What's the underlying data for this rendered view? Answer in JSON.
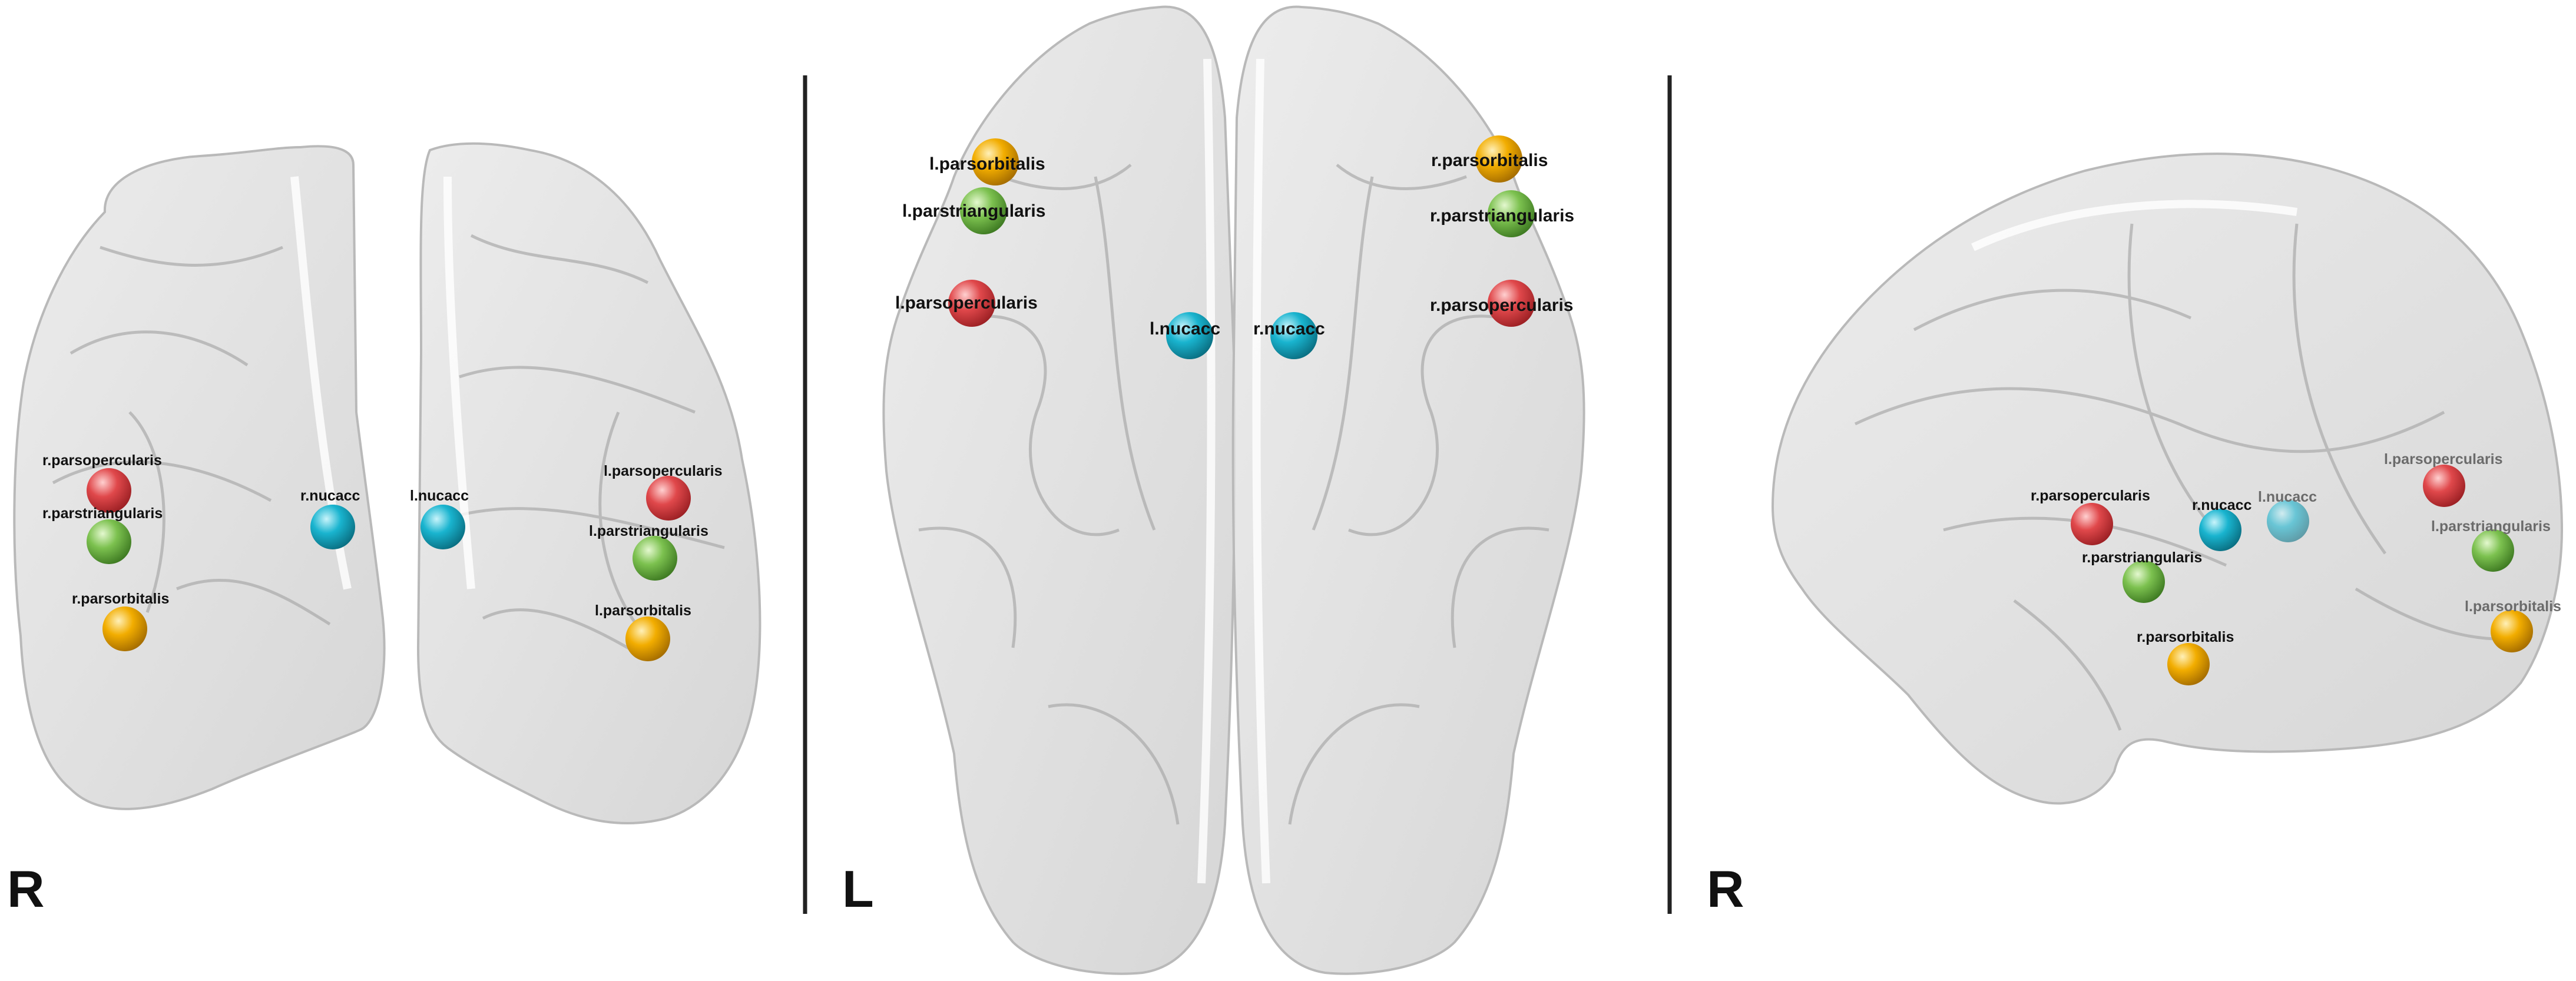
{
  "colors": {
    "background": "#ffffff",
    "brain_fill": "#d9d9d9",
    "brain_stroke": "#bdbdbd",
    "divider": "#222222",
    "parsopercularis": "#e0484b",
    "parstriangularis": "#7cc14f",
    "parsorbitalis": "#f2ad00",
    "nucacc": "#19b4cf"
  },
  "panels": {
    "coronal": {
      "orientation_label": "R",
      "nodes": [
        {
          "label": "r.parsopercularis",
          "region": "parsopercularis",
          "side": "right"
        },
        {
          "label": "r.parstriangularis",
          "region": "parstriangularis",
          "side": "right"
        },
        {
          "label": "r.parsorbitalis",
          "region": "parsorbitalis",
          "side": "right"
        },
        {
          "label": "r.nucacc",
          "region": "nucacc",
          "side": "right"
        },
        {
          "label": "l.nucacc",
          "region": "nucacc",
          "side": "left"
        },
        {
          "label": "l.parsopercularis",
          "region": "parsopercularis",
          "side": "left"
        },
        {
          "label": "l.parstriangularis",
          "region": "parstriangularis",
          "side": "left"
        },
        {
          "label": "l.parsorbitalis",
          "region": "parsorbitalis",
          "side": "left"
        }
      ]
    },
    "axial": {
      "orientation_label": "L",
      "nodes": [
        {
          "label": "l.parsorbitalis",
          "region": "parsorbitalis",
          "side": "left"
        },
        {
          "label": "l.parstriangularis",
          "region": "parstriangularis",
          "side": "left"
        },
        {
          "label": "l.parsopercularis",
          "region": "parsopercularis",
          "side": "left"
        },
        {
          "label": "l.nucacc",
          "region": "nucacc",
          "side": "left"
        },
        {
          "label": "r.nucacc",
          "region": "nucacc",
          "side": "right"
        },
        {
          "label": "r.parsorbitalis",
          "region": "parsorbitalis",
          "side": "right"
        },
        {
          "label": "r.parstriangularis",
          "region": "parstriangularis",
          "side": "right"
        },
        {
          "label": "r.parsopercularis",
          "region": "parsopercularis",
          "side": "right"
        }
      ]
    },
    "sagittal": {
      "orientation_label": "R",
      "nodes": [
        {
          "label": "r.parsopercularis",
          "region": "parsopercularis",
          "side": "right"
        },
        {
          "label": "r.nucacc",
          "region": "nucacc",
          "side": "right"
        },
        {
          "label": "l.nucacc",
          "region": "nucacc",
          "side": "left"
        },
        {
          "label": "l.parsopercularis",
          "region": "parsopercularis",
          "side": "left"
        },
        {
          "label": "r.parstriangularis",
          "region": "parstriangularis",
          "side": "right"
        },
        {
          "label": "l.parstriangularis",
          "region": "parstriangularis",
          "side": "left"
        },
        {
          "label": "r.parsorbitalis",
          "region": "parsorbitalis",
          "side": "right"
        },
        {
          "label": "l.parsorbitalis",
          "region": "parsorbitalis",
          "side": "left"
        }
      ]
    }
  }
}
